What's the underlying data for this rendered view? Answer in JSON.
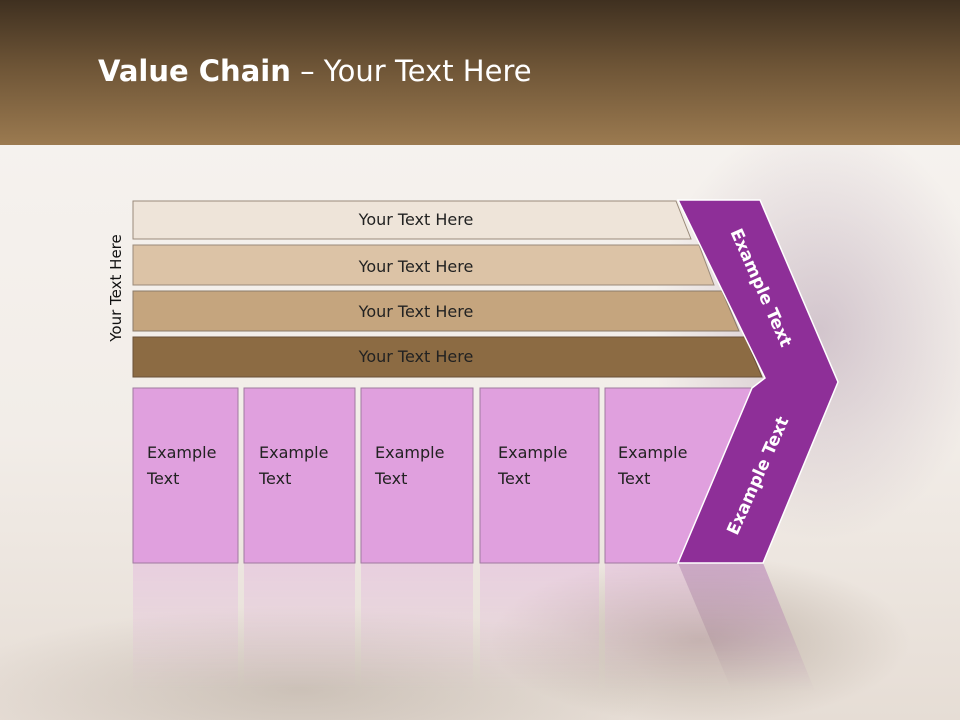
{
  "title": {
    "bold": "Value Chain",
    "rest": " – Your Text Here"
  },
  "side_label": "Your Text Here",
  "bars": [
    {
      "label": "Your Text Here",
      "color": "#eee4d9"
    },
    {
      "label": "Your Text Here",
      "color": "#dcc3a6"
    },
    {
      "label": "Your Text Here",
      "color": "#c5a57e"
    },
    {
      "label": "Your Text Here",
      "color": "#8c6b43"
    }
  ],
  "boxes": [
    {
      "line1": "Example",
      "line2": "Text"
    },
    {
      "line1": "Example",
      "line2": "Text"
    },
    {
      "line1": "Example",
      "line2": "Text"
    },
    {
      "line1": "Example",
      "line2": "Text"
    },
    {
      "line1": "Example",
      "line2": "Text"
    }
  ],
  "chevron": {
    "upper_text": "Example Text",
    "lower_text": "Example Text",
    "color": "#8e2f98"
  },
  "box_color": "#e0a0de"
}
